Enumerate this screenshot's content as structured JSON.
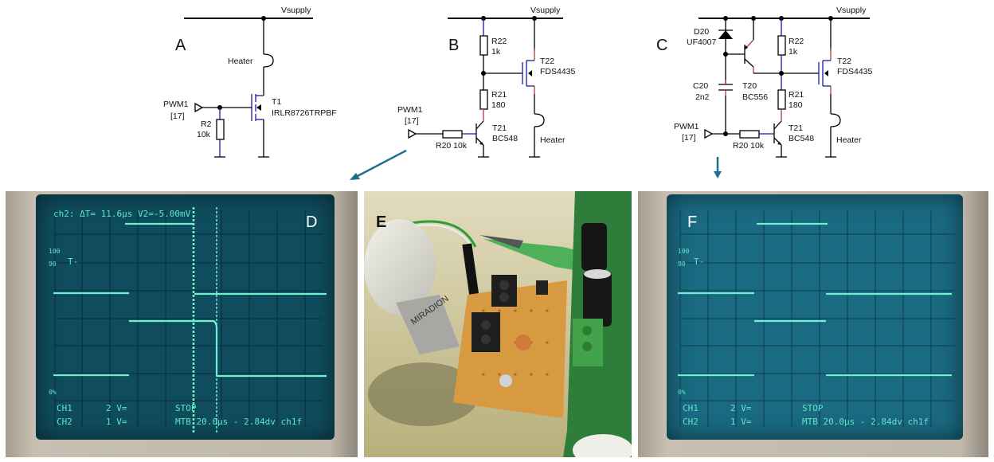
{
  "schematics": {
    "supply_label": "Vsupply",
    "A": {
      "letter": "A",
      "heater": "Heater",
      "input_name": "PWM1",
      "input_pin": "[17]",
      "r2_name": "R2",
      "r2_value": "10k",
      "t1_name": "T1",
      "t1_part": "IRLR8726TRPBF"
    },
    "B": {
      "letter": "B",
      "r22_name": "R22",
      "r22_value": "1k",
      "r21_name": "R21",
      "r21_value": "180",
      "t22_name": "T22",
      "t22_part": "FDS4435",
      "t21_name": "T21",
      "t21_part": "BC548",
      "r20_label": "R20 10k",
      "input_name": "PWM1",
      "input_pin": "[17]",
      "heater": "Heater"
    },
    "C": {
      "letter": "C",
      "d20_name": "D20",
      "d20_part": "UF4007",
      "c20_name": "C20",
      "c20_value": "2n2",
      "t20_name": "T20",
      "t20_part": "BC556",
      "r22_name": "R22",
      "r22_value": "1k",
      "r21_name": "R21",
      "r21_value": "180",
      "t22_name": "T22",
      "t22_part": "FDS4435",
      "t21_name": "T21",
      "t21_part": "BC548",
      "r20_label": "R20 10k",
      "input_name": "PWM1",
      "input_pin": "[17]",
      "heater": "Heater"
    }
  },
  "panels": {
    "D": {
      "letter": "D",
      "header": "ch2: ΔT= 11.6µs V2=-5.00mV",
      "grid_labels": {
        "pct100": "100",
        "pct90": "90",
        "pct0": "0%"
      },
      "trigger_marker": "T-",
      "ch1_label": "CH1",
      "ch1_scale": "2 V=",
      "ch2_label": "CH2",
      "ch2_scale": "1 V=",
      "status": "STOP",
      "timebase": "MTB 20.0µs - 2.84dv ch1f"
    },
    "E": {
      "letter": "E",
      "bulb_brand": "MIRADION"
    },
    "F": {
      "letter": "F",
      "grid_labels": {
        "pct100": "100",
        "pct90": "90",
        "pct0": "0%"
      },
      "trigger_marker": "T-",
      "ch1_label": "CH1",
      "ch1_scale": "2 V=",
      "ch2_label": "CH2",
      "ch2_scale": "1 V=",
      "status": "STOP",
      "timebase": "MTB 20.0µs - 2.84dv ch1f"
    }
  },
  "colors": {
    "arrow": "#1f6e8c",
    "trace": "#6ff0d2",
    "screen_d": "#0f4d5e",
    "screen_f": "#1a6a82"
  }
}
